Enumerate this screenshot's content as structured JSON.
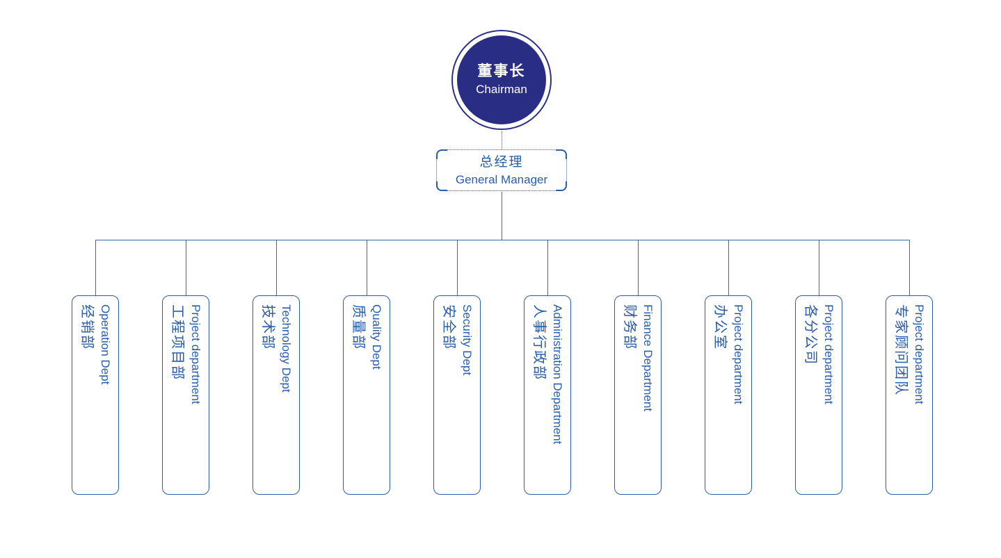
{
  "colors": {
    "primary": "#2a5caa",
    "line": "#3b66b0",
    "circle_fill": "#292e84",
    "circle_ring": "#2d2f86",
    "bg": "#ffffff"
  },
  "chairman": {
    "zh": "董事长",
    "en": "Chairman"
  },
  "general_manager": {
    "zh": "总经理",
    "en": "General Manager"
  },
  "departments": [
    {
      "zh": "经销部",
      "en": "Operation Dept"
    },
    {
      "zh": "工程项目部",
      "en": "Project department"
    },
    {
      "zh": "技术部",
      "en": "Technology Dept"
    },
    {
      "zh": "质量部",
      "en": "Quality Dept"
    },
    {
      "zh": "安全部",
      "en": "Security Dept"
    },
    {
      "zh": "人事行政部",
      "en": "Administration Department"
    },
    {
      "zh": "财务部",
      "en": "Finance Department"
    },
    {
      "zh": "办公室",
      "en": "Project department"
    },
    {
      "zh": "各分公司",
      "en": "Project department"
    },
    {
      "zh": "专家顾问团队",
      "en": "Project department"
    }
  ]
}
